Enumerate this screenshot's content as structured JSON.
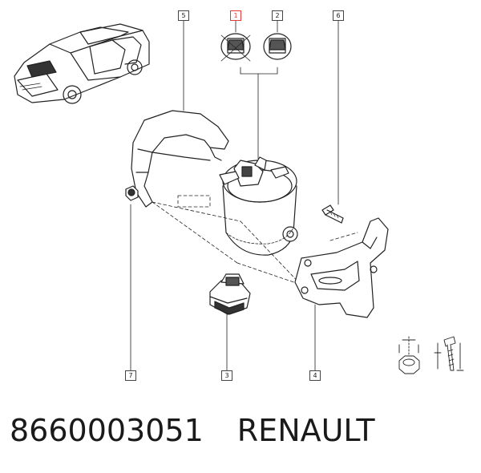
{
  "callouts": [
    {
      "id": "c1",
      "label": "1",
      "active": true
    },
    {
      "id": "c2",
      "label": "2",
      "active": false
    },
    {
      "id": "c3",
      "label": "3",
      "active": false
    },
    {
      "id": "c4",
      "label": "4",
      "active": false
    },
    {
      "id": "c5",
      "label": "5",
      "active": false
    },
    {
      "id": "c6",
      "label": "6",
      "active": false
    },
    {
      "id": "c7",
      "label": "7",
      "active": false
    }
  ],
  "footer": {
    "part_number": "8660003051",
    "brand": "RENAULT"
  },
  "colors": {
    "line": "#222222",
    "highlight": "#e53935"
  }
}
